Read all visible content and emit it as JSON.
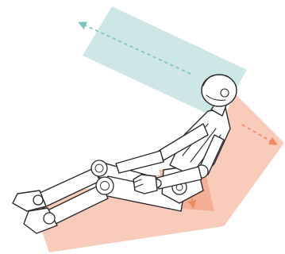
{
  "colors": {
    "background": "#ffffff",
    "upper_body_plane": "#c7e4e2",
    "lower_body_plane": "#f7c2ae",
    "lower_body_plane_deep": "#f3a88c",
    "teal_arrow": "#7cc4c0",
    "orange_arrow": "#ef8a63",
    "figure_outline": "#2a2a2a"
  },
  "figure": {
    "subject": "crash-test-dummy",
    "pose": "reclined-seated"
  },
  "arrows": [
    {
      "name": "upper-body-direction-arrow",
      "style": "dashed",
      "color": "teal",
      "direction": "up-left"
    },
    {
      "name": "back-direction-arrow",
      "style": "dashed",
      "color": "orange",
      "direction": "down-right"
    },
    {
      "name": "hip-direction-arrow",
      "style": "dashed",
      "color": "orange",
      "direction": "down"
    }
  ]
}
